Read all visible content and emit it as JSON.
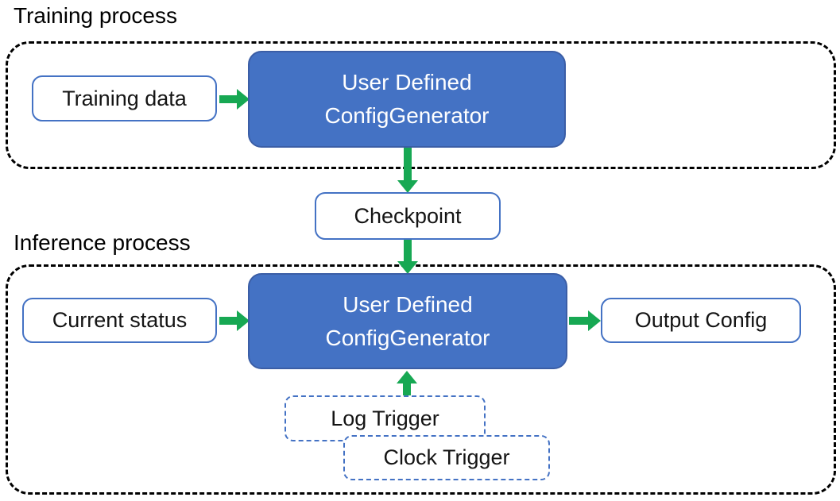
{
  "sections": {
    "training": {
      "label": "Training process"
    },
    "inference": {
      "label": "Inference process"
    }
  },
  "nodes": {
    "training_data": {
      "label": "Training data"
    },
    "training_generator": {
      "line1": "User Defined",
      "line2": "ConfigGenerator"
    },
    "checkpoint": {
      "label": "Checkpoint"
    },
    "current_status": {
      "label": "Current status"
    },
    "inference_generator": {
      "line1": "User Defined",
      "line2": "ConfigGenerator"
    },
    "output_config": {
      "label": "Output Config"
    },
    "log_trigger": {
      "label": "Log Trigger"
    },
    "clock_trigger": {
      "label": "Clock Trigger"
    }
  },
  "edges": [
    "training_data -> training_generator",
    "training_generator -> checkpoint",
    "checkpoint -> inference_generator",
    "current_status -> inference_generator",
    "inference_generator -> output_config",
    "log_trigger/clock_trigger -> inference_generator"
  ],
  "colors": {
    "node_fill": "#4472C4",
    "node_border": "#3B5EA6",
    "light_box_border": "#4472C4",
    "trigger_border": "#4472C4",
    "arrow_green": "#17A853",
    "container_border": "#000000",
    "text_dark": "#141414",
    "text_light": "#FFFFFF"
  }
}
